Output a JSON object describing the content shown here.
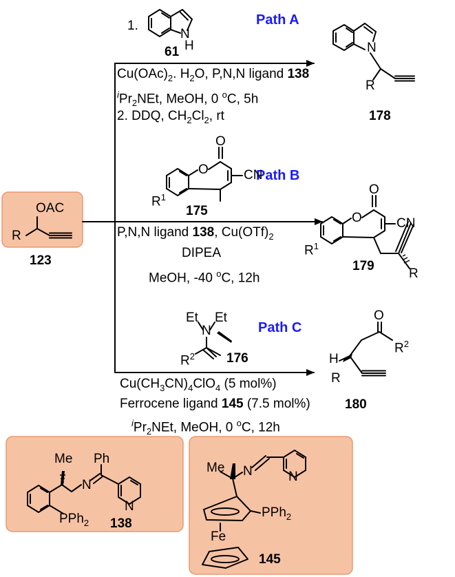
{
  "paths": {
    "a": "Path A",
    "b": "Path B",
    "c": "Path C"
  },
  "colors": {
    "path_label": "#1a1aff",
    "box_fill": "#f6c2a4",
    "box_border": "#e79a72"
  },
  "compounds": {
    "c123": {
      "number": "123",
      "oac": "OAC",
      "r": "R"
    },
    "c61": {
      "step": "1.",
      "number": "61",
      "nh": "N",
      "h": "H"
    },
    "c178": {
      "number": "178",
      "n": "N",
      "r": "R"
    },
    "c175": {
      "number": "175",
      "o": "O",
      "o_carbonyl": "O",
      "cn": "CN",
      "r1": "R",
      "r1_sup": "1"
    },
    "c179": {
      "number": "179",
      "o": "O",
      "o_carbonyl": "O",
      "cn": "CN",
      "r1": "R",
      "r1_sup": "1",
      "r": "R"
    },
    "c176": {
      "number": "176",
      "et1": "Et",
      "n": "N",
      "et2": "Et",
      "r2": "R",
      "r2_sup": "2"
    },
    "c180": {
      "number": "180",
      "o": "O",
      "r2": "R",
      "r2_sup": "2",
      "h": "H",
      "r": "R"
    },
    "c138": {
      "number": "138",
      "me": "Me",
      "ph": "Ph",
      "n1": "N",
      "n2": "N",
      "pph2": "PPh",
      "pph2_sub": "2"
    },
    "c145": {
      "number": "145",
      "me": "Me",
      "n1": "N",
      "n2": "N",
      "pph2": "PPh",
      "pph2_sub": "2",
      "fe": "Fe"
    }
  },
  "conditions": {
    "a_line1_pre": "Cu(OAc)",
    "a_line1_sub": "2",
    "a_line1_mid": ". H",
    "a_line1_sub2": "2",
    "a_line1_post": "O, P,N,N ligand ",
    "a_line1_bold": "138",
    "a_line2_sup": "i",
    "a_line2_pre": "Pr",
    "a_line2_sub": "2",
    "a_line2_post": "NEt, MeOH, 0 ",
    "a_line2_deg": "o",
    "a_line2_end": "C, 5h",
    "a_line3_pre": "2. DDQ, CH",
    "a_line3_sub1": "2",
    "a_line3_mid": "Cl",
    "a_line3_sub2": "2",
    "a_line3_end": ", rt",
    "b_line1_pre": "P,N,N ligand ",
    "b_line1_bold": "138",
    "b_line1_mid": ", Cu(OTf)",
    "b_line1_sub": "2",
    "b_line2": "DIPEA",
    "b_line3_pre": "MeOH, -40 ",
    "b_line3_deg": "o",
    "b_line3_end": "C, 12h",
    "c_line1_pre": "Cu(CH",
    "c_line1_sub1": "3",
    "c_line1_mid": "CN)",
    "c_line1_sub2": "4",
    "c_line1_end": "ClO",
    "c_line1_sub3": "4",
    "c_line1_tail": " (5 mol%)",
    "c_line2_pre": "Ferrocene ligand ",
    "c_line2_bold": "145",
    "c_line2_end": " (7.5 mol%)",
    "c_line3_sup": "i",
    "c_line3_pre": "Pr",
    "c_line3_sub": "2",
    "c_line3_end": "NEt, MeOH, 0 ",
    "c_line3_deg": "o",
    "c_line3_tail": "C, 12h"
  }
}
